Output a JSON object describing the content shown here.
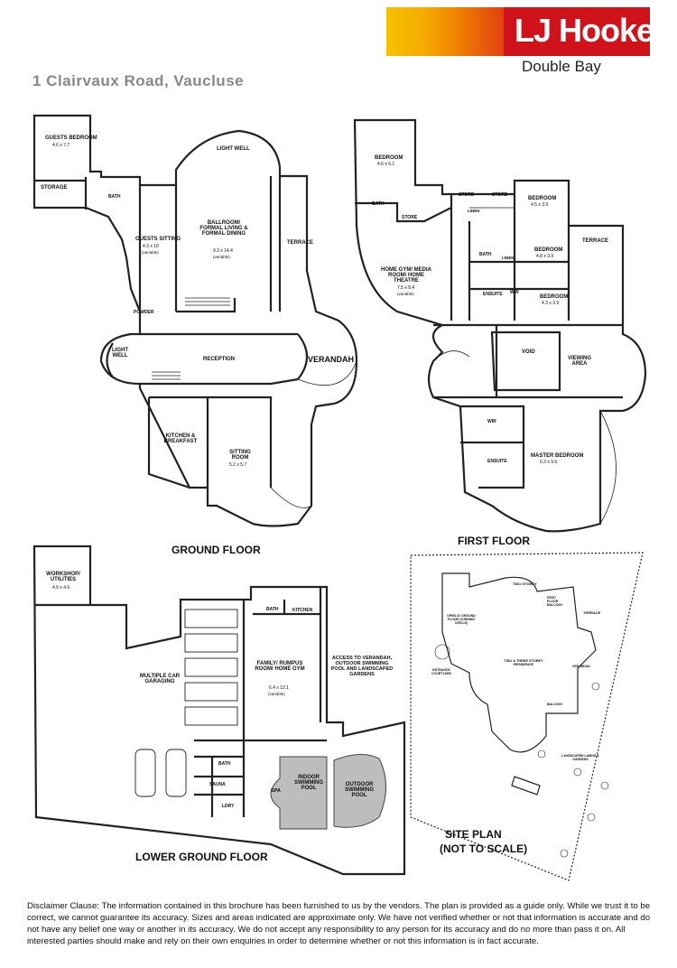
{
  "brand": {
    "name": "LJ Hooker",
    "office": "Double Bay"
  },
  "address": "1 Clairvaux Road, Vaucluse",
  "floors": {
    "ground": {
      "label": "GROUND FLOOR",
      "rooms": [
        "GUESTS BEDROOM",
        "4.6 x 7.7",
        "STORAGE",
        "BATH",
        "LIGHT WELL",
        "GUESTS SITTING",
        "4.3 x 10",
        "(variable)",
        "BALLROOM/ FORMAL LIVING & FORMAL DINING",
        "9.3 x 14.4",
        "(variable)",
        "TERRACE",
        "POWDER",
        "LIGHT WELL",
        "RECEPTION",
        "VERANDAH",
        "KITCHEN & BREAKFAST",
        "SITTING ROOM",
        "5.2 x 5.7"
      ]
    },
    "first": {
      "label": "FIRST FLOOR",
      "rooms": [
        "BEDROOM",
        "4.6 x 6.1",
        "BATH",
        "STORE",
        "STORE",
        "STORE",
        "LINEN",
        "BEDROOM",
        "4.5 x 3.9",
        "TERRACE",
        "HOME GYM/ MEDIA ROOM/ HOME THEATRE",
        "7.5 x 8.4",
        "(variable)",
        "BATH",
        "LINEN",
        "BEDROOM",
        "4.8 x 3.9",
        "ENSUITE",
        "WIR",
        "BEDROOM",
        "4.3 x 3.9",
        "VOID",
        "VIEWING AREA",
        "WIR",
        "ENSUITE",
        "MASTER BEDROOM",
        "6.3 x 9.6"
      ]
    },
    "lower": {
      "label": "LOWER GROUND FLOOR",
      "rooms": [
        "WORKSHOP/ UTILITIES",
        "4.6 x 4.6",
        "MULTIPLE CAR GARAGING",
        "BATH",
        "KITCHEN",
        "FAMILY/ RUMPUS ROOM/ HOME GYM",
        "6.4 x 12.1",
        "(variable)",
        "ACCESS TO VERANDAH, OUTDOOR SWIMMING POOL AND LANDSCAPED GARDENS",
        "BATH",
        "SAUNA",
        "LDRY",
        "SPA",
        "INDOOR SWIMMING POOL",
        "OUTDOOR SWIMMING POOL"
      ]
    },
    "site": {
      "label": "SITE PLAN",
      "sublabel": "(NOT TO SCALE)",
      "rooms": [
        "TWO STOREY",
        "FIRST FLOOR BALCONY",
        "TERRACE",
        "OPEN AT GROUND FLOOR (TURNING CIRCLE)",
        "ENTRANCE COURTYARD",
        "TWO & THREE STOREY RESIDENCE",
        "BALCONY",
        "VERANDAH",
        "LANDSCAPED LAWNS & GARDENS"
      ]
    }
  },
  "disclaimer": "Disclaimer Clause: The information contained in this brochure has been furnished to us by the vendors. The plan is provided as a guide only. While we trust it to be correct, we cannot guarantee its accuracy. Sizes and areas indicated are approximate only. We have not verified whether or not that information is accurate and do not have any belief one way or another in its accuracy. We do not accept any responsibility to any person for its accuracy and do no more than pass it on. All interested parties should make and rely on their own enquiries in order to determine whether or not this information is in fact accurate."
}
